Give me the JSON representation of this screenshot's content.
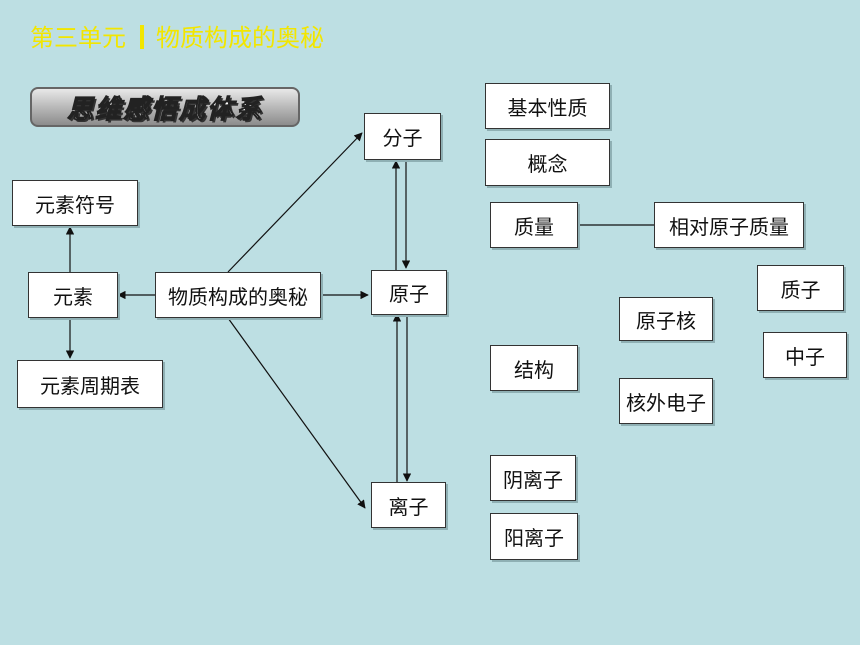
{
  "header": {
    "unit": "第三单元",
    "topic": "物质构成的奥秘"
  },
  "banner": {
    "text": "思维感悟成体系"
  },
  "nodes": {
    "center": "物质构成的奥秘",
    "element": "元素",
    "element_symbol": "元素符号",
    "periodic_table": "元素周期表",
    "molecule": "分子",
    "atom": "原子",
    "ion": "离子",
    "basic_property": "基本性质",
    "concept": "概念",
    "mass": "质量",
    "relative_atomic_mass": "相对原子质量",
    "structure": "结构",
    "nucleus": "原子核",
    "extranuclear_electron": "核外电子",
    "proton": "质子",
    "neutron": "中子",
    "anion": "阴离子",
    "cation": "阳离子"
  },
  "colors": {
    "background": "#bddfe3",
    "title": "#f2e600"
  }
}
